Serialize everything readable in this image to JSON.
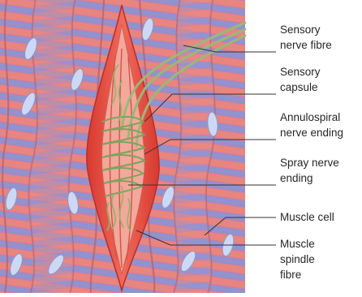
{
  "labels": {
    "sensory_nerve_fibre": [
      "Sensory",
      "nerve fibre"
    ],
    "sensory_capsule": [
      "Sensory",
      "capsule"
    ],
    "annulospiral_nerve_ending": [
      "Annulospiral",
      "nerve ending"
    ],
    "spray_nerve_ending": [
      "Spray nerve",
      "ending"
    ],
    "muscle_cell": [
      "Muscle cell"
    ],
    "muscle_spindle_fibre": [
      "Muscle",
      "spindle",
      "fibre"
    ]
  },
  "colors": {
    "muscle_band_red": "#e8857e",
    "muscle_band_blue": "#8f93cf",
    "nucleus": "#cdd8f5",
    "spindle_red": "#e0483d",
    "capsule_pink": "#f2a89a",
    "nerve_green": "#9bb878",
    "leader_line": "#333333"
  }
}
